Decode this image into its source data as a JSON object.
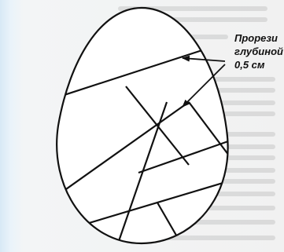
{
  "callout": {
    "line1": "Прорези",
    "line2": "глубиной",
    "line3": "0,5 см"
  }
}
